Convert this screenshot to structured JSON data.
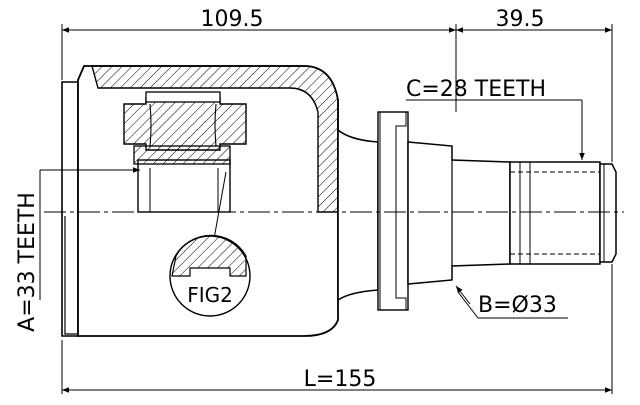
{
  "dimensions": {
    "top_left": "109.5",
    "top_right": "39.5",
    "total_length": "L=155",
    "spline_c": "C=28 TEETH",
    "diameter_b": "B=Ø33",
    "spline_a": "A=33 TEETH"
  },
  "callouts": {
    "figure": "FIG2"
  }
}
